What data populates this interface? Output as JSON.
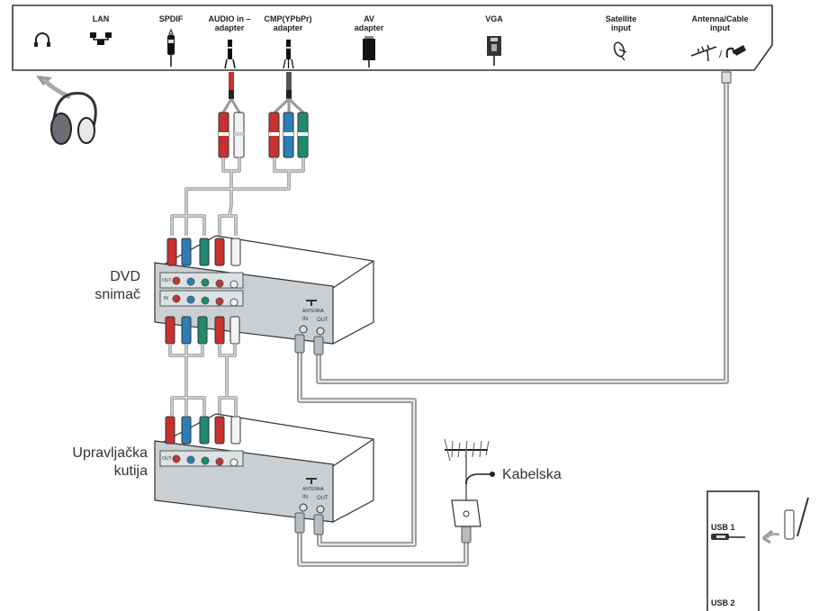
{
  "panel": {
    "ports": [
      {
        "id": "headphone",
        "label": "",
        "icon": "headphone-jack-icon"
      },
      {
        "id": "lan",
        "label": "LAN",
        "icon": "lan-network-icon"
      },
      {
        "id": "spdif",
        "label": "SPDIF",
        "icon": "spdif-plug-icon"
      },
      {
        "id": "audio-in",
        "label": "AUDIO in –",
        "sublabel": "adapter",
        "icon": "mini-jack-plug-icon"
      },
      {
        "id": "cmp",
        "label": "CMP(YPbPr)",
        "sublabel": "adapter",
        "icon": "mini-jack-plug-icon"
      },
      {
        "id": "av",
        "label": "AV",
        "sublabel": "adapter",
        "icon": "av-adapter-icon"
      },
      {
        "id": "vga",
        "label": "VGA",
        "icon": "vga-connector-icon"
      },
      {
        "id": "satellite",
        "label": "Satellite",
        "sublabel": "input",
        "icon": "satellite-dish-icon"
      },
      {
        "id": "antenna",
        "label": "Antenna/Cable",
        "sublabel": "input",
        "icon": "antenna-cable-icon"
      }
    ]
  },
  "devices": {
    "dvd": {
      "line1": "DVD",
      "line2": "snimač",
      "port_labels": {
        "out": "OUT",
        "in": "IN",
        "antenna": "ANTENNA",
        "ant_in": "IN",
        "ant_out": "OUT"
      }
    },
    "stb": {
      "line1": "Upravljačka",
      "line2": "kutija",
      "port_labels": {
        "out": "OUT",
        "antenna": "ANTENNA",
        "ant_in": "IN",
        "ant_out": "OUT"
      }
    }
  },
  "antenna_label": "Kabelska",
  "usb_panel": {
    "usb1": "USB 1",
    "usb2": "USB 2"
  },
  "colors": {
    "red": "#c8312f",
    "blue": "#2a7fb8",
    "green": "#1f8a6e",
    "white": "#f2f2f2",
    "cable": "#9aa0a4",
    "device_front": "#c9cfd3"
  }
}
